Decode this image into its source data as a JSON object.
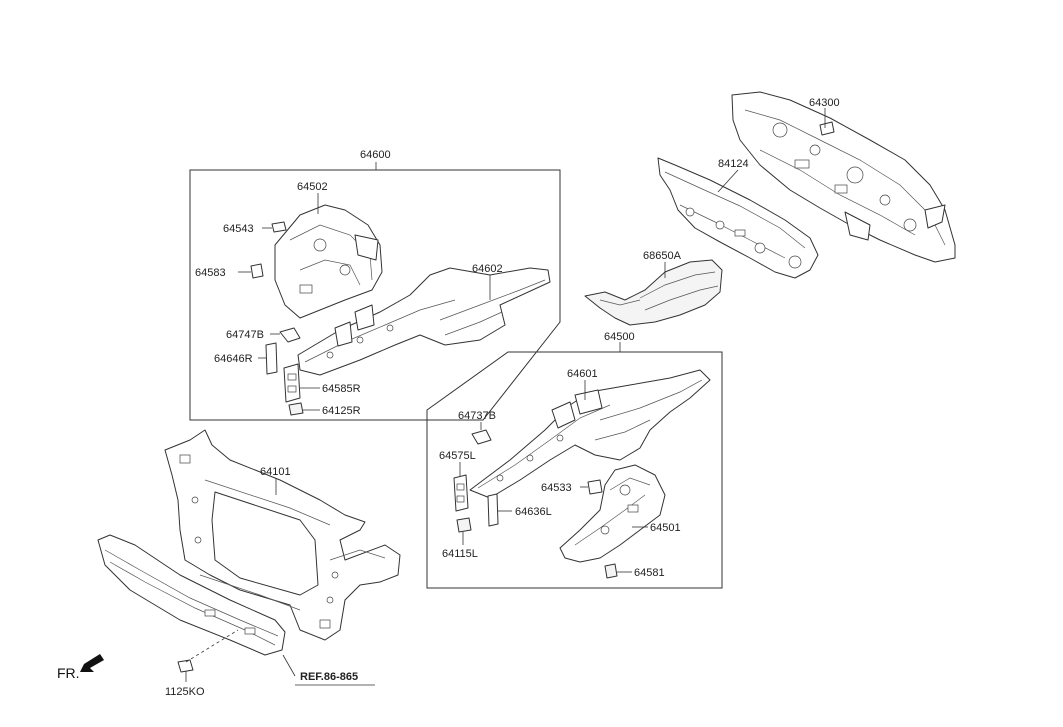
{
  "labels": {
    "p64300": "64300",
    "p84124": "84124",
    "p64600": "64600",
    "p64502": "64502",
    "p64543": "64543",
    "p64583": "64583",
    "p64602": "64602",
    "p68650A": "68650A",
    "p64747B": "64747B",
    "p64646R": "64646R",
    "p64585R": "64585R",
    "p64125R": "64125R",
    "p64500": "64500",
    "p64601": "64601",
    "p64737B": "64737B",
    "p64575L": "64575L",
    "p64533": "64533",
    "p64636L": "64636L",
    "p64501": "64501",
    "p64115L": "64115L",
    "p64581": "64581",
    "p64101": "64101",
    "p1125KO": "1125KO",
    "ref": "REF.86-865",
    "fr": "FR."
  }
}
